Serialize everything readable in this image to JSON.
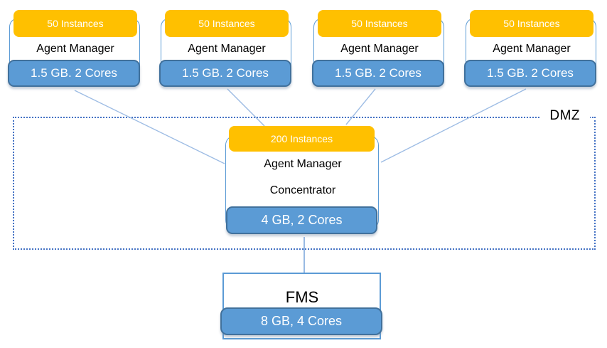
{
  "agents": [
    {
      "instances": "50 Instances",
      "title": "Agent Manager",
      "specs": "1.5 GB. 2 Cores"
    },
    {
      "instances": "50 Instances",
      "title": "Agent Manager",
      "specs": "1.5 GB. 2 Cores"
    },
    {
      "instances": "50 Instances",
      "title": "Agent Manager",
      "specs": "1.5 GB. 2 Cores"
    },
    {
      "instances": "50 Instances",
      "title": "Agent Manager",
      "specs": "1.5 GB. 2 Cores"
    }
  ],
  "concentrator": {
    "instances": "200 Instances",
    "title_line1": "Agent Manager",
    "title_line2": "Concentrator",
    "specs": "4 GB, 2 Cores"
  },
  "fms": {
    "title": "FMS",
    "specs": "8 GB, 4 Cores"
  },
  "dmz": {
    "label": "DMZ"
  },
  "colors": {
    "badge_yellow": "#FFC000",
    "badge_blue": "#5B9BD5",
    "badge_blue_border": "#41719C",
    "node_border": "#5B9BD5",
    "dmz_border": "#4472C4",
    "connector": "#9DBCE4",
    "text_dark": "#000000",
    "text_light": "#FFFFFF"
  }
}
